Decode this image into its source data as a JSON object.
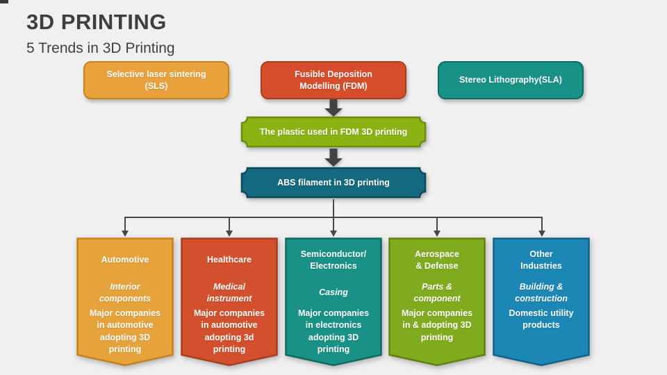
{
  "page": {
    "title": "3D PRINTING",
    "subtitle": "5 Trends in 3D Printing"
  },
  "flowchart": {
    "top_row": [
      {
        "id": "sls",
        "label": "Selective laser sintering\n(SLS)",
        "fill": "#E9A23B",
        "border": "#C5811C"
      },
      {
        "id": "fdm",
        "label": "Fusible Deposition\nModelling (FDM)",
        "fill": "#D64D2B",
        "border": "#AC3D1E"
      },
      {
        "id": "sla",
        "label": "Stereo Lithography(SLA)",
        "fill": "#189186",
        "border": "#0D6B62"
      }
    ],
    "middle_nodes": [
      {
        "id": "plastic",
        "label": "The plastic used in FDM 3D printing",
        "fill": "#8AB313",
        "border": "#6B8D0D"
      },
      {
        "id": "abs",
        "label": "ABS filament in 3D printing",
        "fill": "#15697F",
        "border": "#0B4A5A"
      }
    ],
    "branches": [
      {
        "id": "automotive",
        "heading": "Automotive",
        "subtitle": "Interior\ncomponents",
        "body": "Major companies\nin automotive\nadopting 3D\nprinting",
        "fill": "#E6A23B",
        "border": "#C5811C"
      },
      {
        "id": "healthcare",
        "heading": "Healthcare",
        "subtitle": "Medical\ninstrument",
        "body": "Major companies\nin automotive\nadopting 3d\nprinting",
        "fill": "#D2502D",
        "border": "#A83E1F"
      },
      {
        "id": "semiconductor-electronics",
        "heading": "Semiconductor/\nElectronics",
        "subtitle": "Casing",
        "body": "Major companies\nin electronics\nadopting 3D\nprinting",
        "fill": "#199186",
        "border": "#0D6B62"
      },
      {
        "id": "aerospace-defense",
        "heading": "Aerospace\n& Defense",
        "subtitle": "Parts &\ncomponent",
        "body": "Major companies\nin & adopting 3D\nprinting",
        "fill": "#80AB1E",
        "border": "#5F830E"
      },
      {
        "id": "other-industries",
        "heading": "Other\nIndustries",
        "subtitle": "Building &\nconstruction",
        "body": "Domestic utility\nproducts",
        "fill": "#1C86B4",
        "border": "#136187"
      }
    ]
  },
  "colors": {
    "background": "#F0F0F0",
    "heading_text": "#3E3E3E",
    "node_text": "#FFFFFF",
    "connector": "#474747",
    "arrow": "#424242"
  }
}
